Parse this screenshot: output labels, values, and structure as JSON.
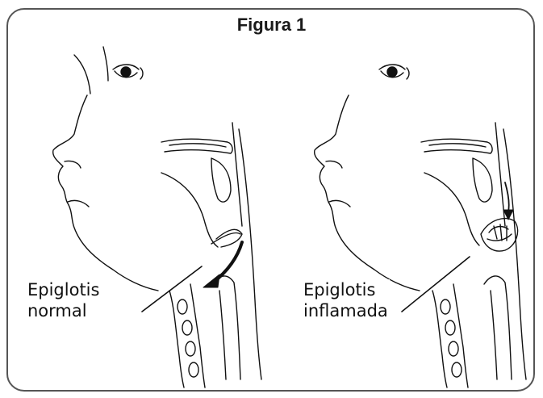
{
  "figure": {
    "title": "Figura 1",
    "left_panel": {
      "label_line1": "Epiglotis",
      "label_line2": "normal"
    },
    "right_panel": {
      "label_line1": "Epiglotis",
      "label_line2": "inflamada"
    }
  },
  "colors": {
    "border": "#555555",
    "ink": "#111111",
    "background": "#ffffff"
  }
}
